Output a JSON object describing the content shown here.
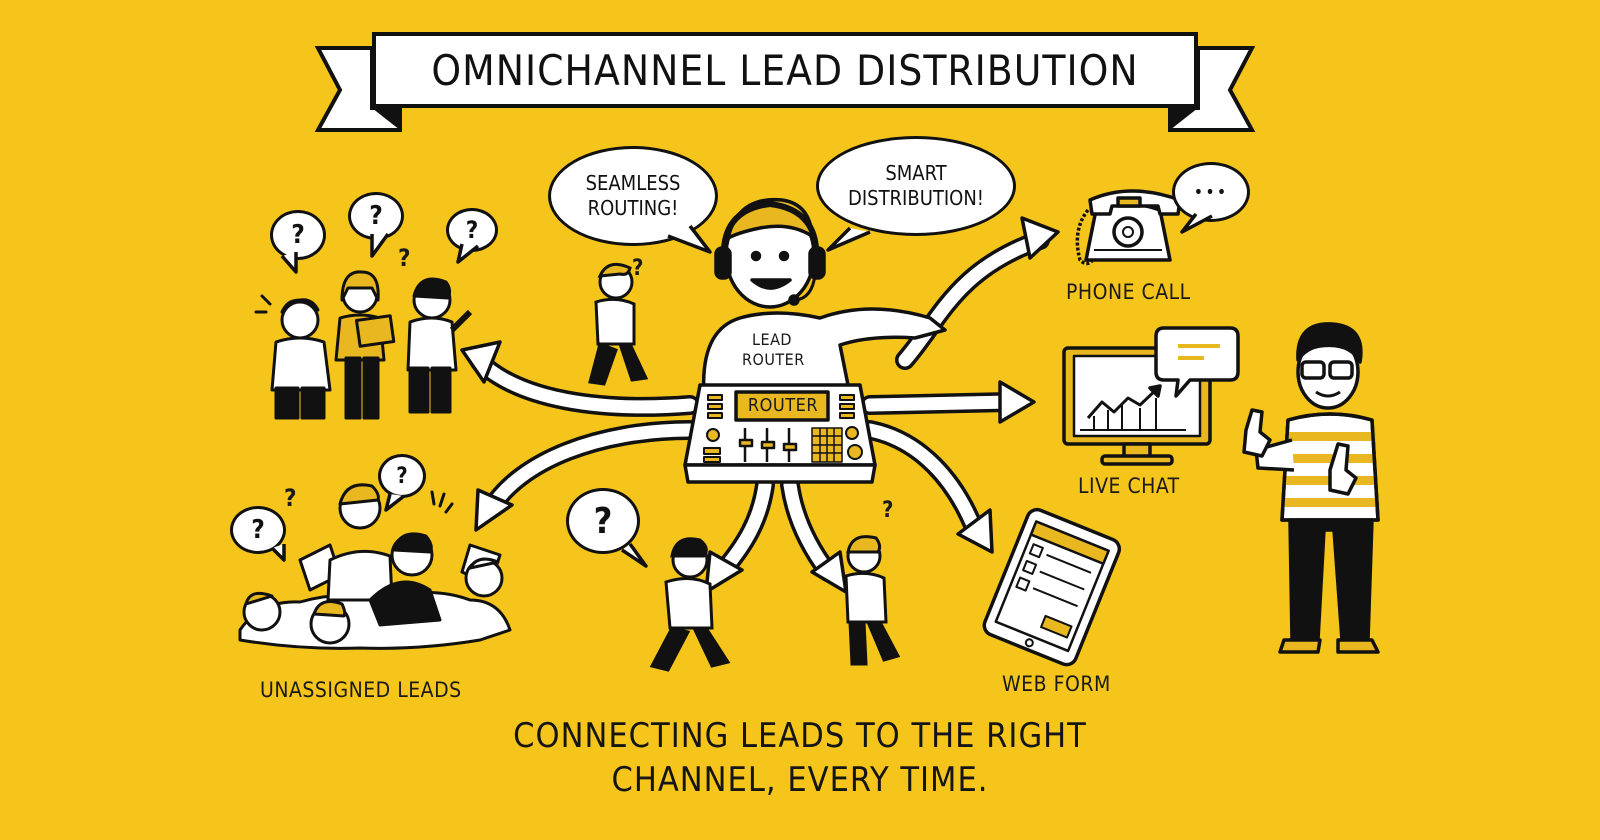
{
  "title": "OMNICHANNEL LEAD DISTRIBUTION",
  "speech_bubbles": {
    "left": "SEAMLESS ROUTING!",
    "left_line1": "SEAMLESS",
    "left_line2": "ROUTING!",
    "right": "SMART DISTRIBUTION!",
    "right_line1": "SMART",
    "right_line2": "DISTRIBUTION!"
  },
  "router": {
    "shirt_line1": "LEAD",
    "shirt_line2": "ROUTER",
    "device_label": "ROUTER"
  },
  "channels": [
    {
      "id": "phone",
      "label": "PHONE CALL",
      "icon": "rotary-phone-icon"
    },
    {
      "id": "chat",
      "label": "LIVE CHAT",
      "icon": "monitor-chat-icon"
    },
    {
      "id": "form",
      "label": "WEB FORM",
      "icon": "tablet-form-icon"
    }
  ],
  "unassigned_label": "UNASSIGNED LEADS",
  "question_mark": "?",
  "ellipsis": "•••",
  "tagline_line1": "CONNECTING LEADS TO THE RIGHT",
  "tagline_line2": "CHANNEL, EVERY TIME.",
  "colors": {
    "background": "#f6c51b",
    "ink": "#111111",
    "paper": "#ffffff",
    "accent": "#e9b820"
  }
}
